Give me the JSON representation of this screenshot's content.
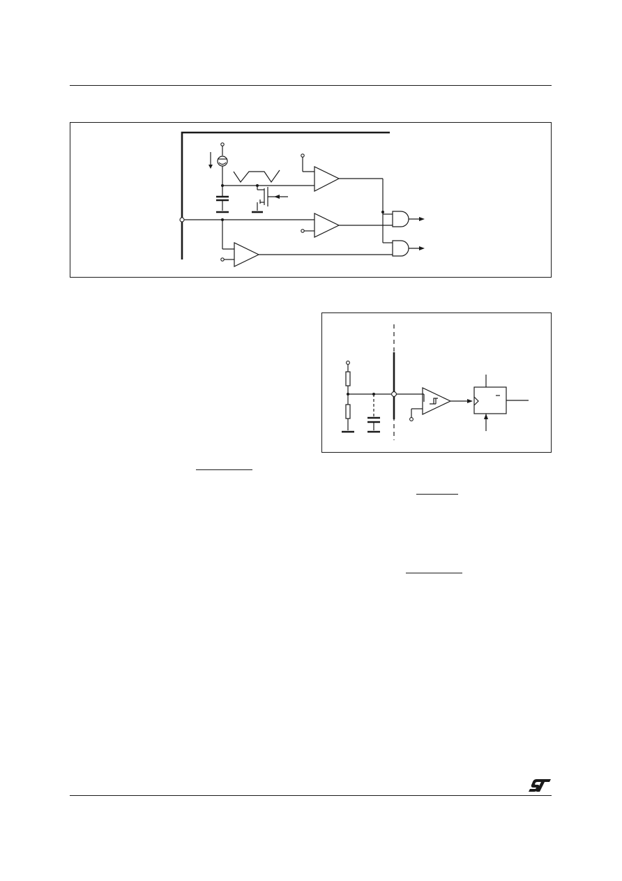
{
  "page": {
    "header_rule": true,
    "footer_rule": true
  },
  "figure_top": {
    "components": [
      "current-source",
      "capacitor",
      "transistor",
      "comparator-upper",
      "comparator-middle",
      "comparator-lower",
      "and-gate-upper",
      "and-gate-lower"
    ]
  },
  "figure_right": {
    "components": [
      "resistor-upper",
      "resistor-lower",
      "capacitor-dashed",
      "schmitt-trigger",
      "flip-flop"
    ]
  },
  "logo": {
    "icon": "st-logo-icon",
    "color": "#1a1a1a"
  },
  "colors": {
    "ink": "#1a1a1a",
    "paper": "#ffffff"
  }
}
